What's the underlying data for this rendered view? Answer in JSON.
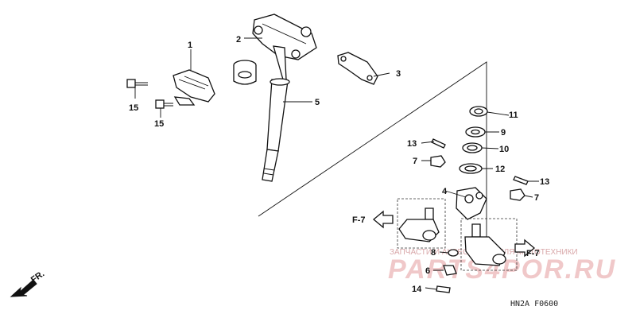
{
  "callouts": [
    "1",
    "2",
    "3",
    "5",
    "15",
    "15",
    "11",
    "9",
    "10",
    "12",
    "13",
    "7",
    "4",
    "13",
    "7",
    "8",
    "6",
    "14"
  ],
  "arrows": {
    "front_left": "F-7",
    "front_right": "F-7",
    "forward": "FR."
  },
  "diagram_code": "HN2A F0600",
  "watermark": {
    "caption": "ЗАПЧАСТИ И АКСЕССУАРЫ ДЛЯ МОТОТЕХНИКИ",
    "site": "PARTS4POR.RU"
  },
  "colors": {
    "ink": "#111111",
    "watermark": "#f0c8c9"
  }
}
